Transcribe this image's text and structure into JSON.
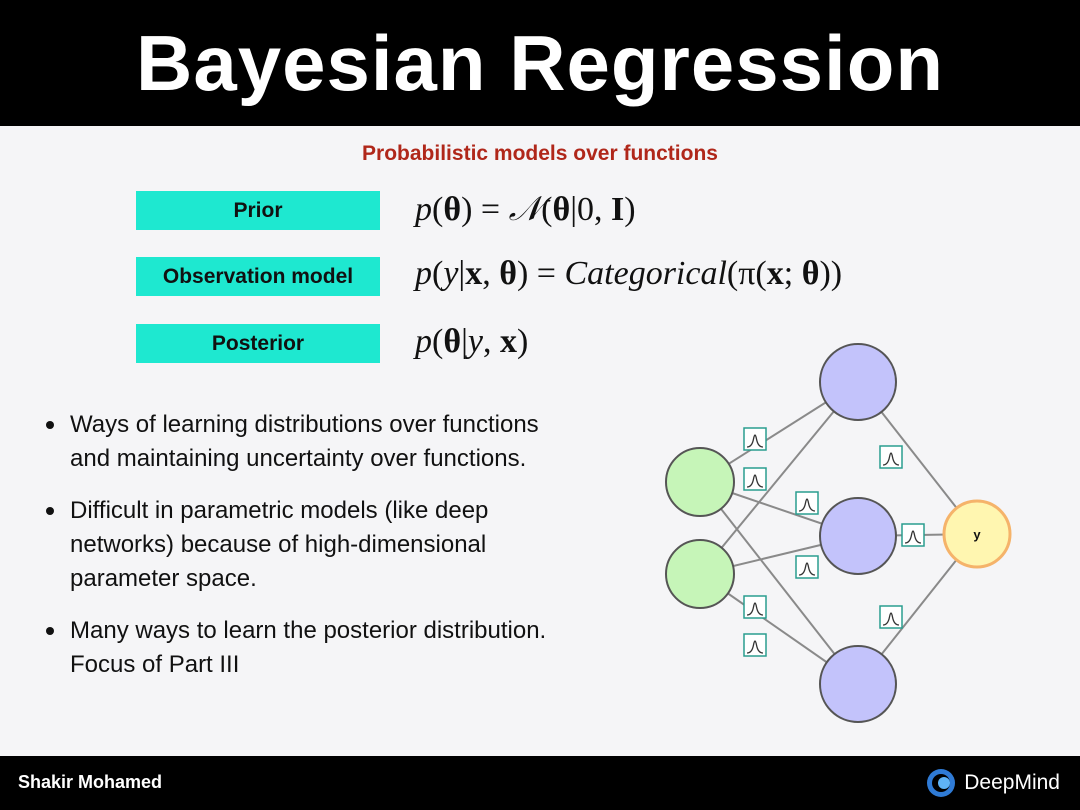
{
  "title": "Bayesian Regression",
  "subtitle": "Probabilistic models over functions",
  "rows": [
    {
      "label": "Prior"
    },
    {
      "label": "Observation model"
    },
    {
      "label": "Posterior"
    }
  ],
  "bullets": [
    "Ways of learning distributions over functions and maintaining uncertainty over functions.",
    "Difficult in parametric models (like deep networks) because of high-dimensional parameter space.",
    "Many ways to learn the posterior distribution. Focus of Part III"
  ],
  "diagram": {
    "output_label": "y",
    "input_color": "#c6f5b8",
    "hidden_color": "#c3c3fb",
    "output_color": "#fff6b0",
    "output_border": "#f5b36a",
    "weight_icon": "gaussian-weight-icon"
  },
  "footer": {
    "author": "Shakir Mohamed",
    "brand": "DeepMind",
    "brand_icon": "deepmind-logo-icon"
  },
  "colors": {
    "label_box": "#1ee8d0",
    "subtitle": "#b0271a"
  }
}
